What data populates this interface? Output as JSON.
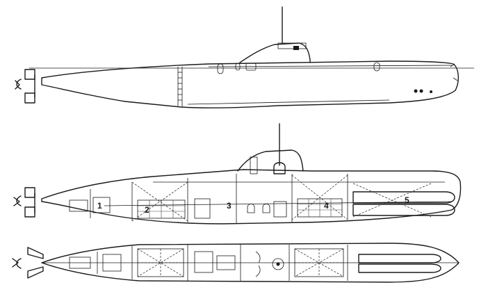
{
  "compartment_labels": [
    "1",
    "2",
    "3",
    "4",
    "5"
  ],
  "views": [
    {
      "id": "side-exterior",
      "kind": "side profile"
    },
    {
      "id": "side-section",
      "kind": "longitudinal section"
    },
    {
      "id": "plan-section",
      "kind": "plan section"
    }
  ],
  "colors": {
    "ink": "#1a1a1a",
    "paper": "#ffffff"
  }
}
